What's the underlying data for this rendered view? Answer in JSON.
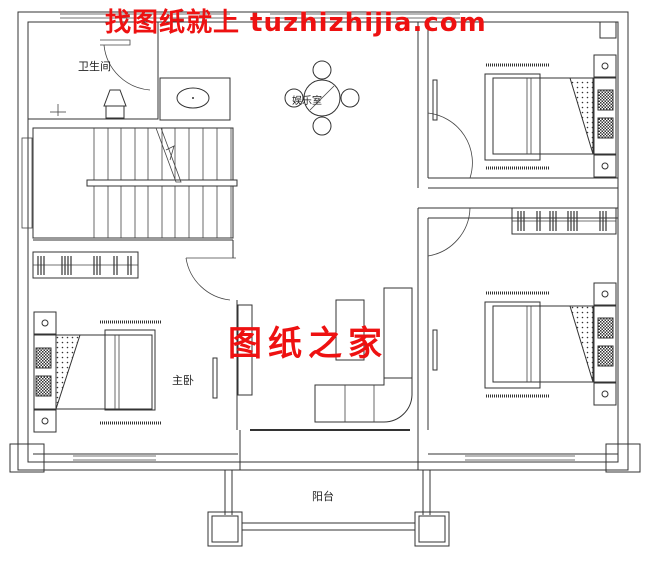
{
  "watermarks": {
    "top": "找图纸就上 tuzhizhijia.com",
    "center": "图纸之家",
    "color": "#ee1111"
  },
  "rooms": {
    "bathroom": {
      "label": "卫生间"
    },
    "entertainment": {
      "label": "娱乐室"
    },
    "master_bedroom": {
      "label": "主卧"
    },
    "balcony": {
      "label": "阳台"
    },
    "bedroom_ne": {
      "label": ""
    },
    "bedroom_se": {
      "label": ""
    },
    "stairwell": {
      "label": ""
    }
  },
  "colors": {
    "line": "#333333",
    "background": "#ffffff"
  }
}
